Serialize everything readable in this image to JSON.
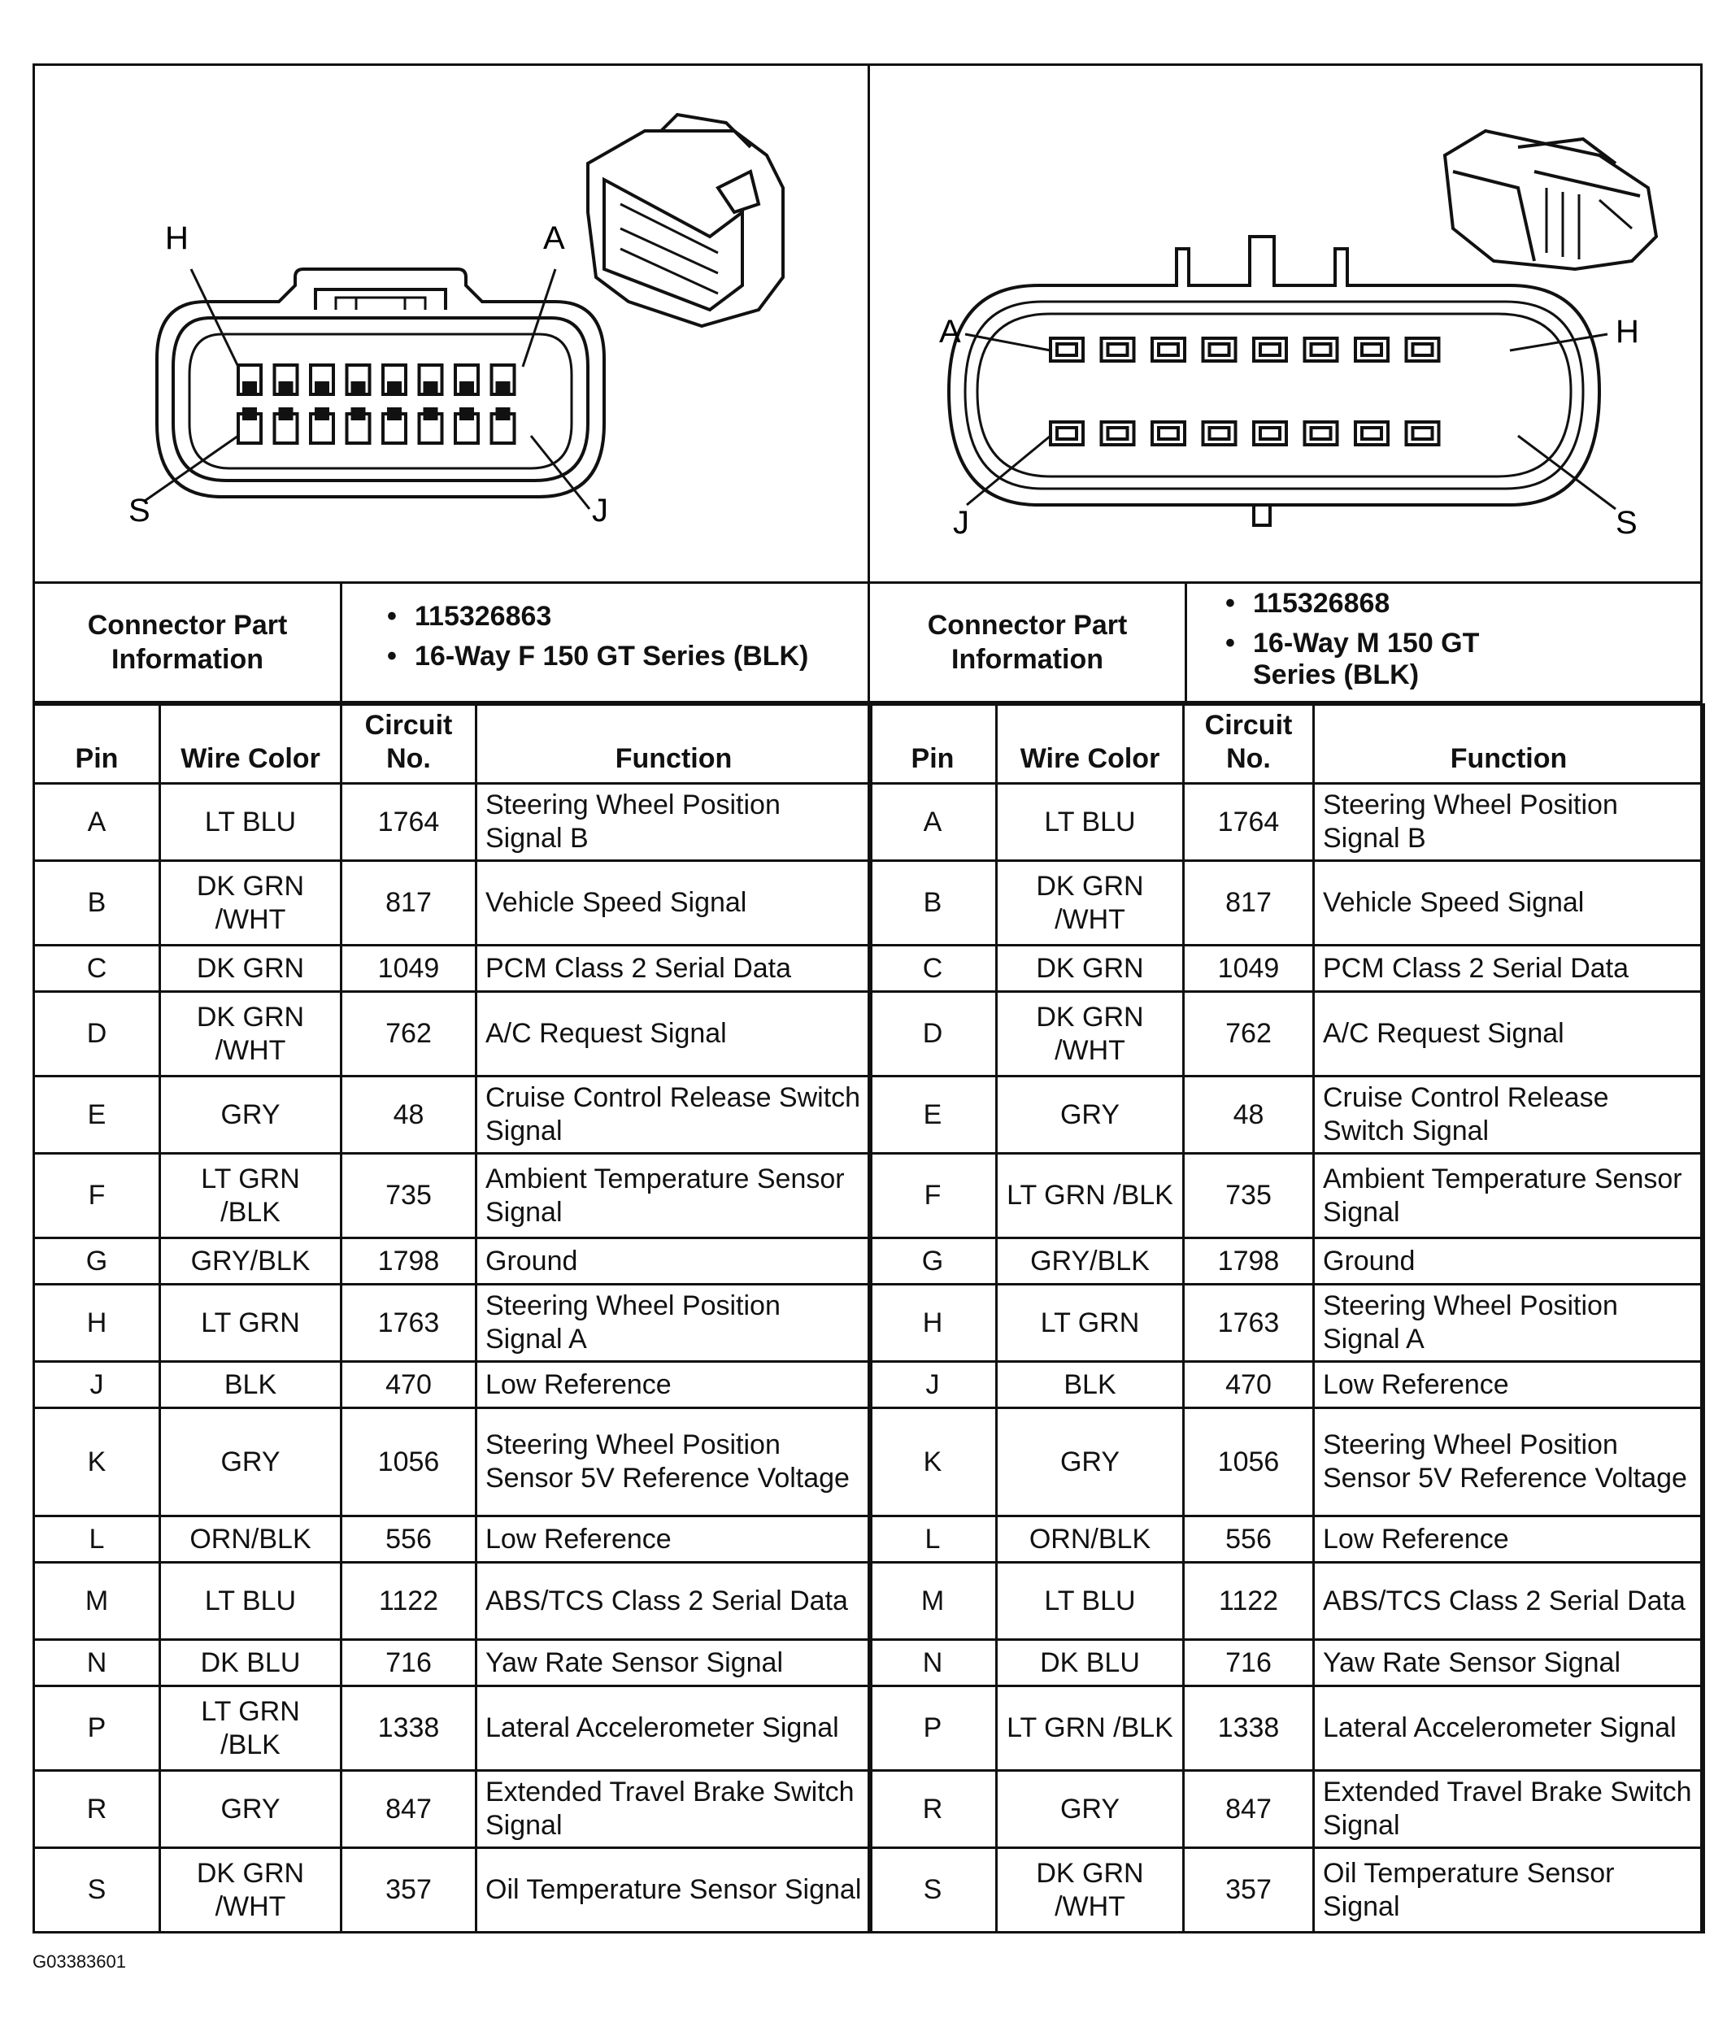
{
  "connectors": [
    {
      "info_label": "Connector Part Information",
      "part_number": "115326863",
      "description": "16-Way F 150 GT Series (BLK)",
      "diagram_labels": {
        "top_left": "H",
        "top_right": "A",
        "bottom_left": "S",
        "bottom_right": "J"
      },
      "headers": {
        "pin": "Pin",
        "wire_color": "Wire Color",
        "circuit": "Circuit No.",
        "function": "Function"
      },
      "rows": [
        {
          "pin": "A",
          "color": "LT BLU",
          "circuit": "1764",
          "function": "Steering Wheel Position Signal B"
        },
        {
          "pin": "B",
          "color": "DK GRN /WHT",
          "circuit": "817",
          "function": "Vehicle Speed Signal"
        },
        {
          "pin": "C",
          "color": "DK GRN",
          "circuit": "1049",
          "function": "PCM Class 2 Serial Data"
        },
        {
          "pin": "D",
          "color": "DK GRN /WHT",
          "circuit": "762",
          "function": "A/C Request Signal"
        },
        {
          "pin": "E",
          "color": "GRY",
          "circuit": "48",
          "function": "Cruise Control Release Switch Signal"
        },
        {
          "pin": "F",
          "color": "LT GRN /BLK",
          "circuit": "735",
          "function": "Ambient Temperature Sensor Signal"
        },
        {
          "pin": "G",
          "color": "GRY/BLK",
          "circuit": "1798",
          "function": "Ground"
        },
        {
          "pin": "H",
          "color": "LT GRN",
          "circuit": "1763",
          "function": "Steering Wheel Position Signal A"
        },
        {
          "pin": "J",
          "color": "BLK",
          "circuit": "470",
          "function": "Low Reference"
        },
        {
          "pin": "K",
          "color": "GRY",
          "circuit": "1056",
          "function": "Steering Wheel Position Sensor 5V Reference Voltage"
        },
        {
          "pin": "L",
          "color": "ORN/BLK",
          "circuit": "556",
          "function": "Low Reference"
        },
        {
          "pin": "M",
          "color": "LT BLU",
          "circuit": "1122",
          "function": "ABS/TCS Class 2 Serial Data"
        },
        {
          "pin": "N",
          "color": "DK BLU",
          "circuit": "716",
          "function": "Yaw Rate Sensor Signal"
        },
        {
          "pin": "P",
          "color": "LT GRN /BLK",
          "circuit": "1338",
          "function": "Lateral Accelerometer Signal"
        },
        {
          "pin": "R",
          "color": "GRY",
          "circuit": "847",
          "function": "Extended Travel Brake Switch Signal"
        },
        {
          "pin": "S",
          "color": "DK GRN /WHT",
          "circuit": "357",
          "function": "Oil Temperature Sensor Signal"
        }
      ]
    },
    {
      "info_label": "Connector Part Information",
      "part_number": "115326868",
      "description": "16-Way M 150 GT Series (BLK)",
      "diagram_labels": {
        "top_left": "A",
        "top_right": "H",
        "bottom_left": "J",
        "bottom_right": "S"
      },
      "headers": {
        "pin": "Pin",
        "wire_color": "Wire Color",
        "circuit": "Circuit No.",
        "function": "Function"
      },
      "rows": [
        {
          "pin": "A",
          "color": "LT BLU",
          "circuit": "1764",
          "function": "Steering Wheel Position Signal B"
        },
        {
          "pin": "B",
          "color": "DK GRN /WHT",
          "circuit": "817",
          "function": "Vehicle Speed Signal"
        },
        {
          "pin": "C",
          "color": "DK GRN",
          "circuit": "1049",
          "function": "PCM Class 2 Serial Data"
        },
        {
          "pin": "D",
          "color": "DK GRN /WHT",
          "circuit": "762",
          "function": "A/C Request Signal"
        },
        {
          "pin": "E",
          "color": "GRY",
          "circuit": "48",
          "function": "Cruise Control Release Switch Signal"
        },
        {
          "pin": "F",
          "color": "LT GRN /BLK",
          "circuit": "735",
          "function": "Ambient Temperature Sensor Signal"
        },
        {
          "pin": "G",
          "color": "GRY/BLK",
          "circuit": "1798",
          "function": "Ground"
        },
        {
          "pin": "H",
          "color": "LT GRN",
          "circuit": "1763",
          "function": "Steering Wheel Position Signal A"
        },
        {
          "pin": "J",
          "color": "BLK",
          "circuit": "470",
          "function": "Low Reference"
        },
        {
          "pin": "K",
          "color": "GRY",
          "circuit": "1056",
          "function": "Steering Wheel Position Sensor 5V Reference Voltage"
        },
        {
          "pin": "L",
          "color": "ORN/BLK",
          "circuit": "556",
          "function": "Low Reference"
        },
        {
          "pin": "M",
          "color": "LT BLU",
          "circuit": "1122",
          "function": "ABS/TCS Class 2 Serial Data"
        },
        {
          "pin": "N",
          "color": "DK BLU",
          "circuit": "716",
          "function": "Yaw Rate Sensor Signal"
        },
        {
          "pin": "P",
          "color": "LT GRN /BLK",
          "circuit": "1338",
          "function": "Lateral Accelerometer Signal"
        },
        {
          "pin": "R",
          "color": "GRY",
          "circuit": "847",
          "function": "Extended Travel Brake Switch Signal"
        },
        {
          "pin": "S",
          "color": "DK GRN /WHT",
          "circuit": "357",
          "function": "Oil Temperature Sensor Signal"
        }
      ]
    }
  ],
  "figure_code": "G03383601",
  "colors": {
    "ink": "#111111",
    "paper": "#ffffff"
  }
}
